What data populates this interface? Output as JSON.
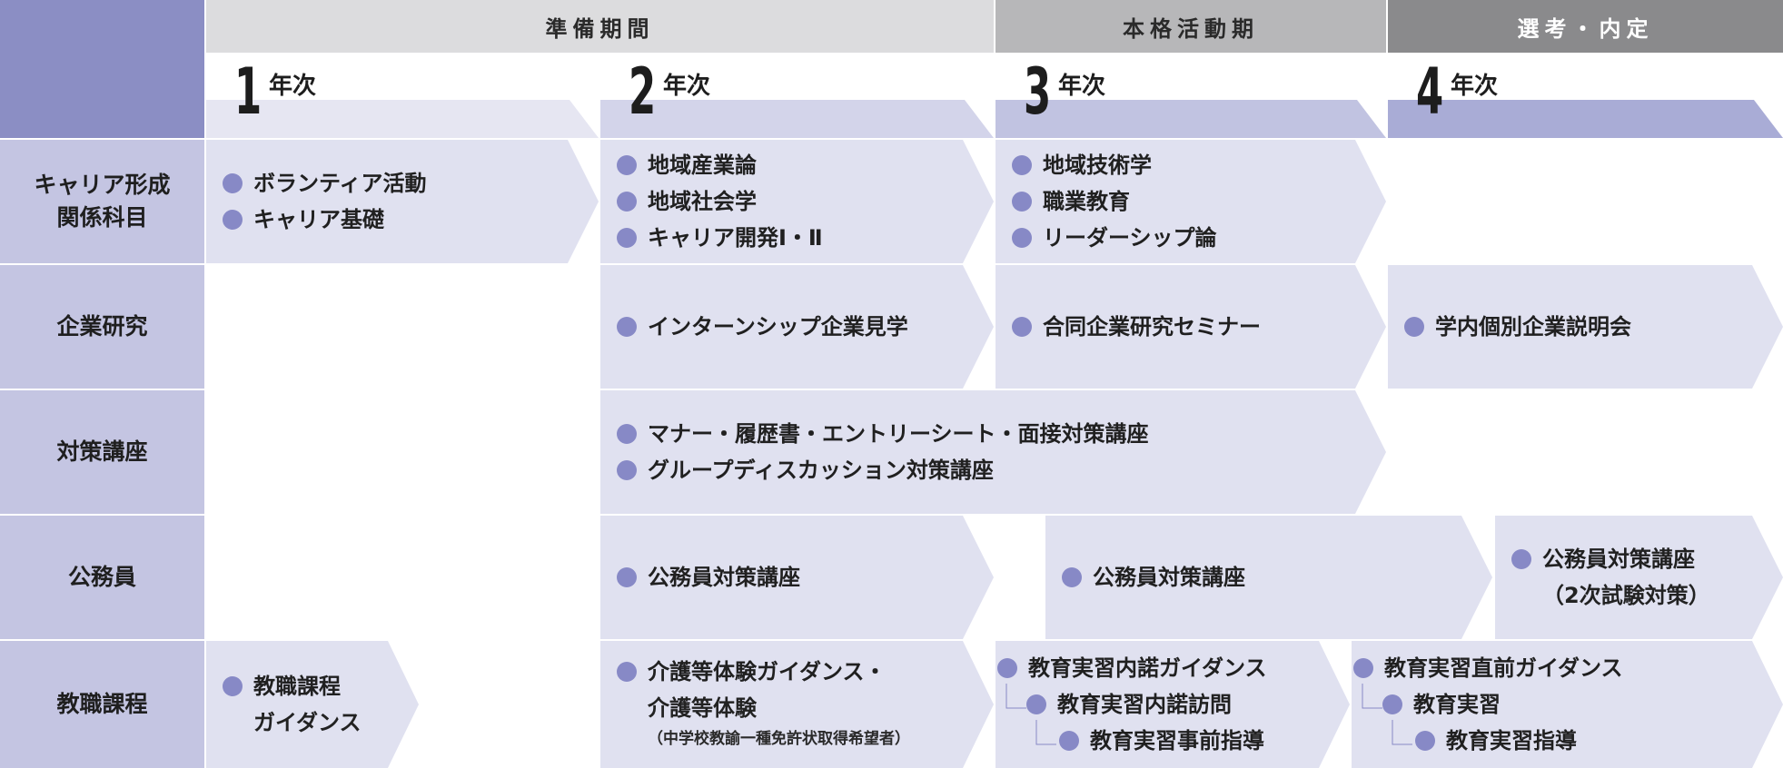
{
  "phases": {
    "prep": "準備期間",
    "main": "本格活動期",
    "selection": "選考・内定"
  },
  "years": [
    {
      "num": "1",
      "suffix": "年次"
    },
    {
      "num": "2",
      "suffix": "年次"
    },
    {
      "num": "3",
      "suffix": "年次"
    },
    {
      "num": "4",
      "suffix": "年次"
    }
  ],
  "rows": {
    "career": {
      "label": "キャリア形成\n関係科目",
      "y1": [
        "ボランティア活動",
        "キャリア基礎"
      ],
      "y2": [
        "地域産業論",
        "地域社会学",
        "キャリア開発Ⅰ・Ⅱ"
      ],
      "y3": [
        "地域技術学",
        "職業教育",
        "リーダーシップ論"
      ]
    },
    "company": {
      "label": "企業研究",
      "y2": "インターンシップ企業見学",
      "y3": "合同企業研究セミナー",
      "y4": "学内個別企業説明会"
    },
    "prep": {
      "label": "対策講座",
      "items": [
        "マナー・履歴書・エントリーシート・面接対策講座",
        "グループディスカッション対策講座"
      ]
    },
    "civil": {
      "label": "公務員",
      "y2": "公務員対策講座",
      "y3": "公務員対策講座",
      "y4_line1": "公務員対策講座",
      "y4_line2": "（2次試験対策）"
    },
    "teaching": {
      "label": "教職課程",
      "y1_line1": "教職課程",
      "y1_line2": "ガイダンス",
      "y2_line1": "介護等体験ガイダンス・",
      "y2_line2": "介護等体験",
      "y2_note": "（中学校教諭一種免許状取得希望者）",
      "y3": [
        "教育実習内諾ガイダンス",
        "教育実習内諾訪問",
        "教育実習事前指導"
      ],
      "y4": [
        "教育実習直前ガイダンス",
        "教育実習",
        "教育実習指導"
      ]
    }
  }
}
